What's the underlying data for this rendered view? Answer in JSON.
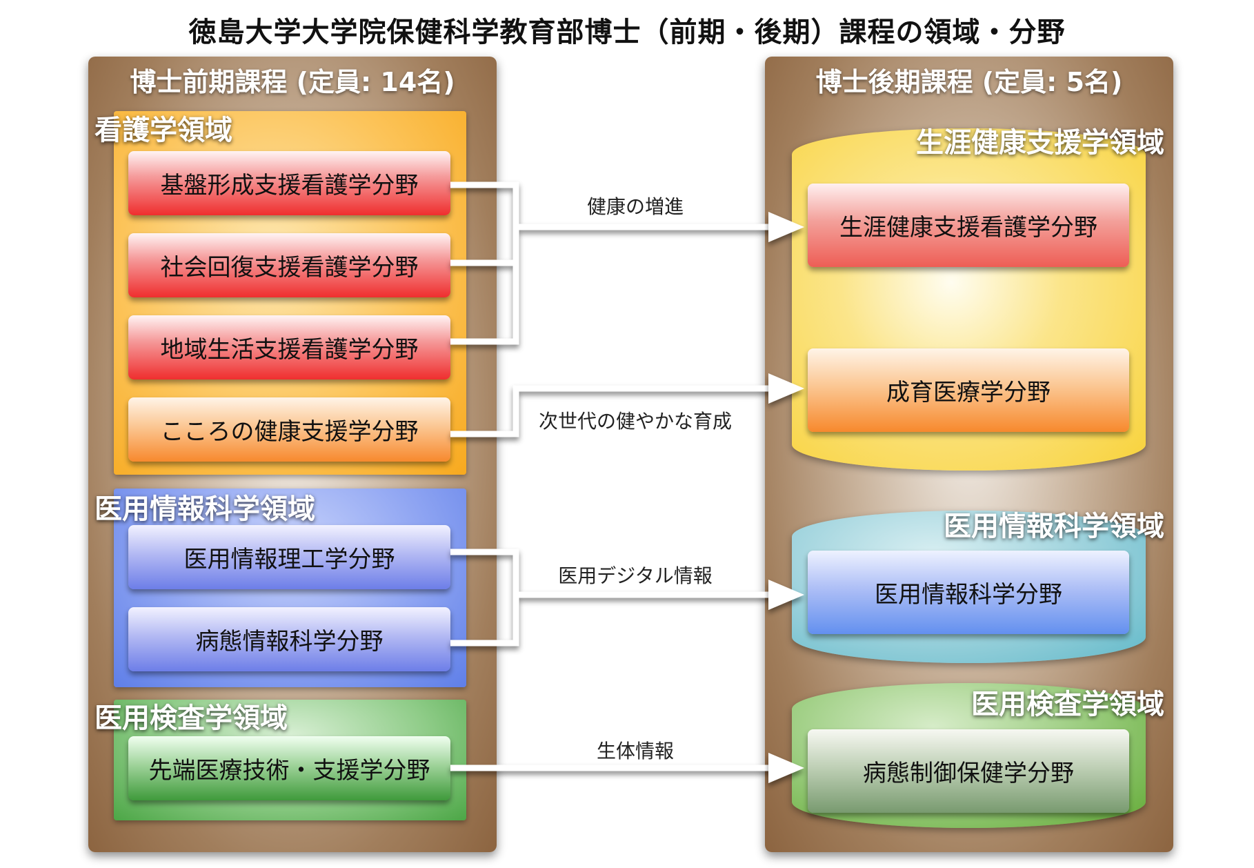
{
  "title": "徳島大学大学院保健科学教育部博士（前期・後期）課程の領域・分野",
  "left_panel": {
    "heading": "博士前期課程 (定員: 14名)",
    "areas": [
      {
        "label": "看護学領域",
        "fields": [
          "基盤形成支援看護学分野",
          "社会回復支援看護学分野",
          "地域生活支援看護学分野",
          "こころの健康支援学分野"
        ]
      },
      {
        "label": "医用情報科学領域",
        "fields": [
          "医用情報理工学分野",
          "病態情報科学分野"
        ]
      },
      {
        "label": "医用検査学領域",
        "fields": [
          "先端医療技術・支援学分野"
        ]
      }
    ]
  },
  "right_panel": {
    "heading": "博士後期課程 (定員: 5名)",
    "areas": [
      {
        "label": "生涯健康支援学領域",
        "fields": [
          "生涯健康支援看護学分野",
          "成育医療学分野"
        ]
      },
      {
        "label": "医用情報科学領域",
        "fields": [
          "医用情報科学分野"
        ]
      },
      {
        "label": "医用検査学領域",
        "fields": [
          "病態制御保健学分野"
        ]
      }
    ]
  },
  "connectors": [
    "健康の増進",
    "次世代の健やかな育成",
    "医用デジタル情報",
    "生体情報"
  ]
}
